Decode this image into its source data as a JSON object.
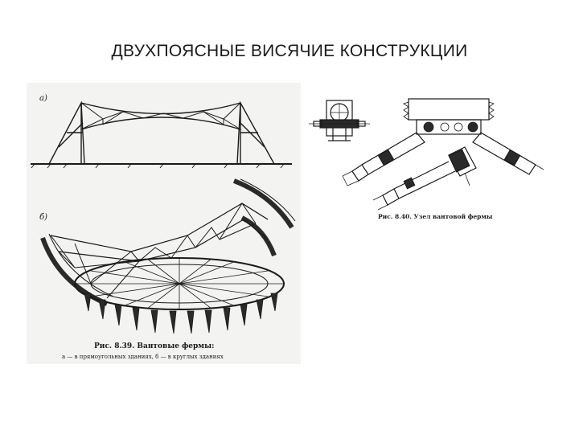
{
  "slide": {
    "title": "ДВУХПОЯСНЫЕ ВИСЯЧИЕ  КОНСТРУКЦИИ"
  },
  "figure_left": {
    "label_a": "а)",
    "label_b": "б)",
    "caption_title": "Рис. 8.39. Вантовые фермы:",
    "caption_sub": "а — в прямоугольных зданиях, б — в круглых зданиях"
  },
  "figure_right": {
    "caption": "Рис. 8.40. Узел вантовой фермы"
  },
  "colors": {
    "ink": "#1a1a1a",
    "scan_bg": "#f3f3f1"
  }
}
